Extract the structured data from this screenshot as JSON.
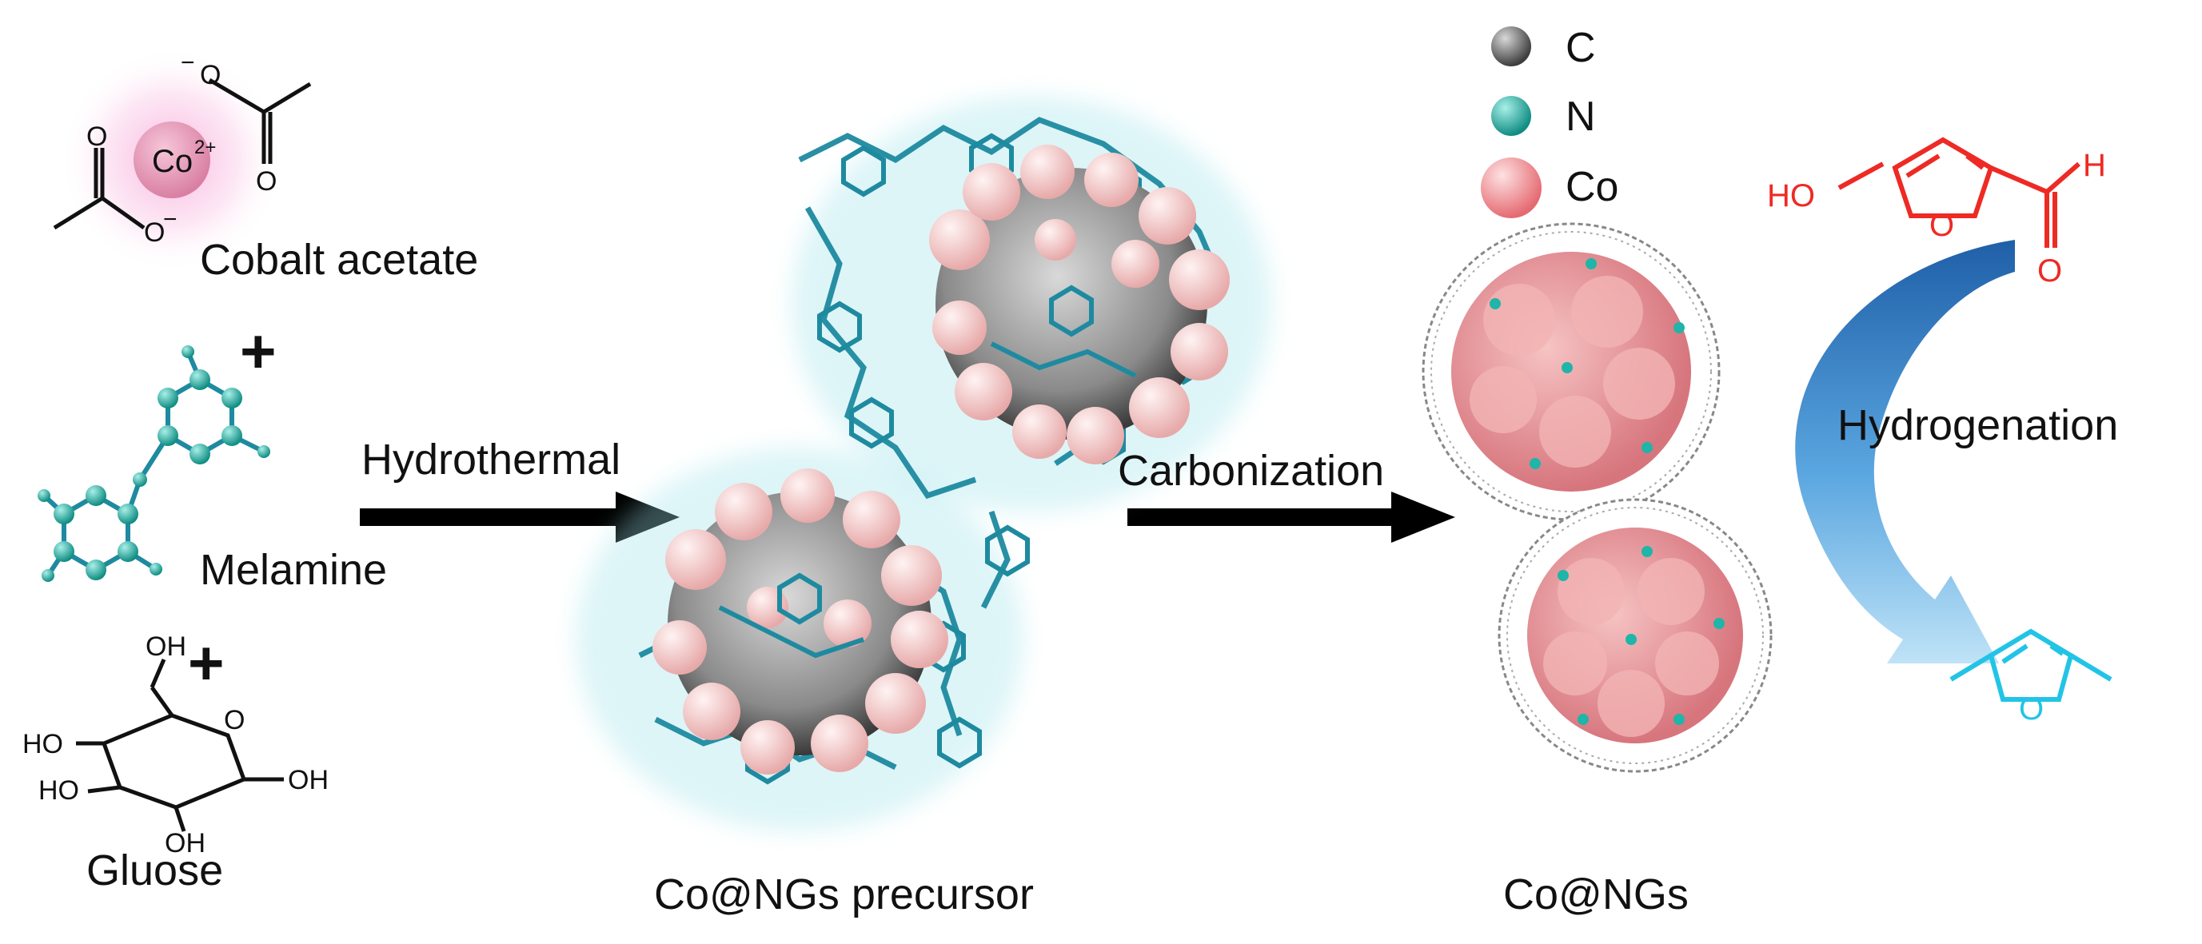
{
  "reactants": {
    "cobalt_acetate": "Cobalt acetate",
    "cobalt_ion_label": "Co",
    "cobalt_ion_charge": "2+",
    "melamine": "Melamine",
    "glucose": "Gluose",
    "plus": "+"
  },
  "steps": {
    "hydrothermal": "Hydrothermal",
    "carbonization": "Carbonization",
    "hydrogenation": "Hydrogenation"
  },
  "products": {
    "precursor": "Co@NGs precursor",
    "final": "Co@NGs"
  },
  "legend": [
    {
      "symbol": "C",
      "color": "#6b6b6b"
    },
    {
      "symbol": "N",
      "color": "#1fb5a8"
    },
    {
      "symbol": "Co",
      "color": "#f08a8f"
    }
  ],
  "molecule_labels": {
    "hmf_ho": "HO",
    "hmf_o": "O",
    "hmf_h": "H",
    "hmf_o2": "O",
    "dmf_o": "O",
    "glucose_oh": "OH",
    "glucose_ho": "HO",
    "acetate_o": "O",
    "acetate_neg": "−"
  },
  "colors": {
    "hmf": "#ee2a24",
    "dmf": "#22c4e6",
    "framework": "#1e8aa0",
    "cobalt_pink": "#f2c9c9",
    "arrow_blue": "#2a7fc0"
  }
}
